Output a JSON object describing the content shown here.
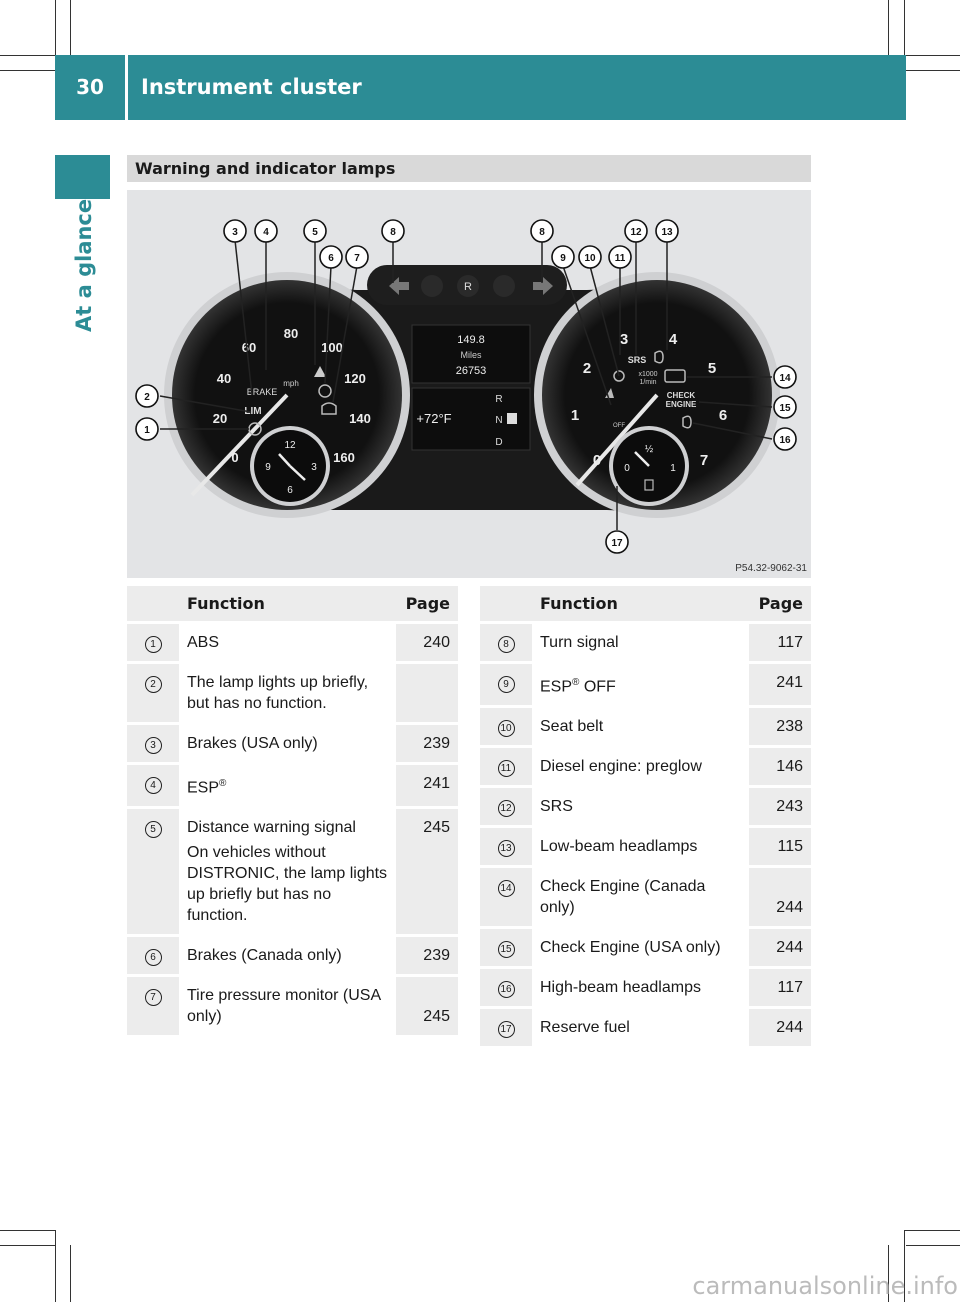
{
  "header": {
    "page_number": "30",
    "chapter_title": "Instrument cluster"
  },
  "side_label": "At a glance",
  "section_title": "Warning and indicator lamps",
  "figure": {
    "code": "P54.32-9062-31",
    "callouts": [
      "1",
      "2",
      "3",
      "4",
      "5",
      "6",
      "7",
      "8",
      "8",
      "9",
      "10",
      "11",
      "12",
      "13",
      "14",
      "15",
      "16",
      "17"
    ],
    "speedo": {
      "ticks": [
        "0",
        "20",
        "40",
        "60",
        "80",
        "100",
        "120",
        "140",
        "160"
      ],
      "unit": "mph",
      "brake": "BRAKE",
      "lim": "LIM"
    },
    "clock": {
      "ticks": [
        "12",
        "3",
        "6",
        "9"
      ]
    },
    "display": {
      "trip": "149.8",
      "miles_label": "Miles",
      "odo": "26753",
      "temp": "+72°F",
      "gears": [
        "R",
        "N",
        "D"
      ]
    },
    "tacho": {
      "ticks": [
        "0",
        "1",
        "2",
        "3",
        "4",
        "5",
        "6",
        "7"
      ],
      "unit1": "x1000",
      "unit2": "1/min",
      "srs": "SRS",
      "check": "CHECK",
      "engine": "ENGINE",
      "off": "OFF"
    },
    "fuel": {
      "ticks": [
        "0",
        "½",
        "1"
      ]
    },
    "topbar": {
      "r": "R"
    }
  },
  "table_left": {
    "headers": {
      "function": "Function",
      "page": "Page"
    },
    "rows": [
      {
        "num": "1",
        "function": "ABS",
        "page": "240"
      },
      {
        "num": "2",
        "function": "The lamp lights up briefly, but has no function.",
        "page": ""
      },
      {
        "num": "3",
        "function": "Brakes (USA only)",
        "page": "239"
      },
      {
        "num": "4",
        "function": "ESP",
        "sup": "®",
        "page": "241"
      },
      {
        "num": "5",
        "function": "Distance warning signal",
        "note": "On vehicles without DISTRONIC, the lamp lights up briefly but has no function.",
        "page": "245"
      },
      {
        "num": "6",
        "function": "Brakes (Canada only)",
        "page": "239"
      },
      {
        "num": "7",
        "function": "Tire pressure monitor (USA only)",
        "page": "245"
      }
    ]
  },
  "table_right": {
    "headers": {
      "function": "Function",
      "page": "Page"
    },
    "rows": [
      {
        "num": "8",
        "function": "Turn signal",
        "page": "117"
      },
      {
        "num": "9",
        "function": "ESP",
        "sup": "®",
        "after": " OFF",
        "page": "241"
      },
      {
        "num": "10",
        "function": "Seat belt",
        "page": "238"
      },
      {
        "num": "11",
        "function": "Diesel engine: preglow",
        "page": "146"
      },
      {
        "num": "12",
        "function": "SRS",
        "page": "243"
      },
      {
        "num": "13",
        "function": "Low-beam headlamps",
        "page": "115"
      },
      {
        "num": "14",
        "function": "Check Engine (Canada only)",
        "page": "244"
      },
      {
        "num": "15",
        "function": "Check Engine (USA only)",
        "page": "244"
      },
      {
        "num": "16",
        "function": "High-beam headlamps",
        "page": "117"
      },
      {
        "num": "17",
        "function": "Reserve fuel",
        "page": "244"
      }
    ]
  },
  "watermark": "carmanualsonline.info"
}
